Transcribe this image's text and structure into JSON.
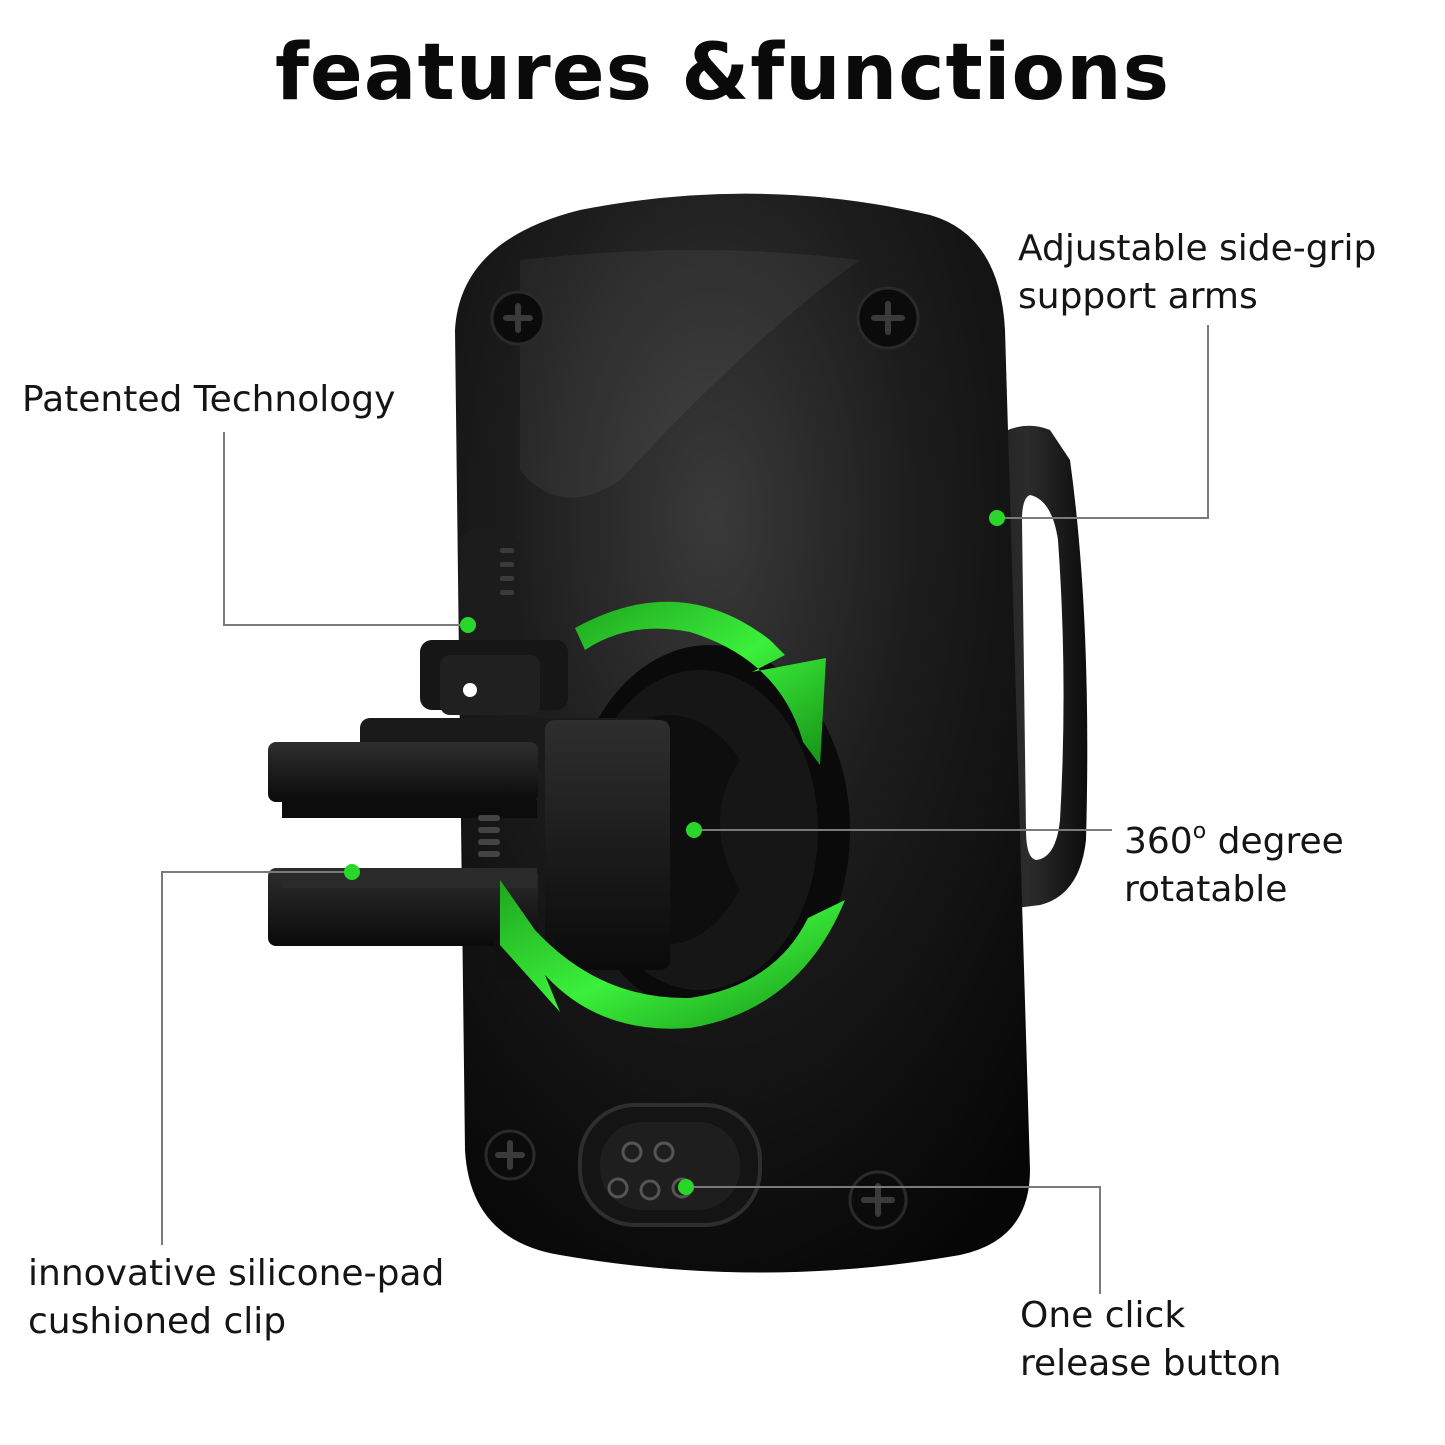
{
  "title": "features &functions",
  "colors": {
    "accent": "#2bd62b",
    "product": "#111111",
    "leader_line": "#7a7a7a",
    "background": "#ffffff"
  },
  "callouts": {
    "patented": {
      "lines": [
        "Patented Technology"
      ]
    },
    "side_grip": {
      "lines": [
        "Adjustable side-grip",
        "support arms"
      ]
    },
    "rotatable": {
      "line1_number": "360",
      "line1_sup": "o",
      "line1_rest": " degree",
      "line2": "rotatable"
    },
    "silicone_pad": {
      "lines": [
        "innovative silicone-pad",
        "cushioned clip"
      ]
    },
    "release": {
      "lines": [
        "One click",
        "release button"
      ]
    }
  },
  "icons": {
    "rotation": "rotation-arrows-icon",
    "screw": "screw-icon",
    "release_button": "release-button-icon"
  }
}
